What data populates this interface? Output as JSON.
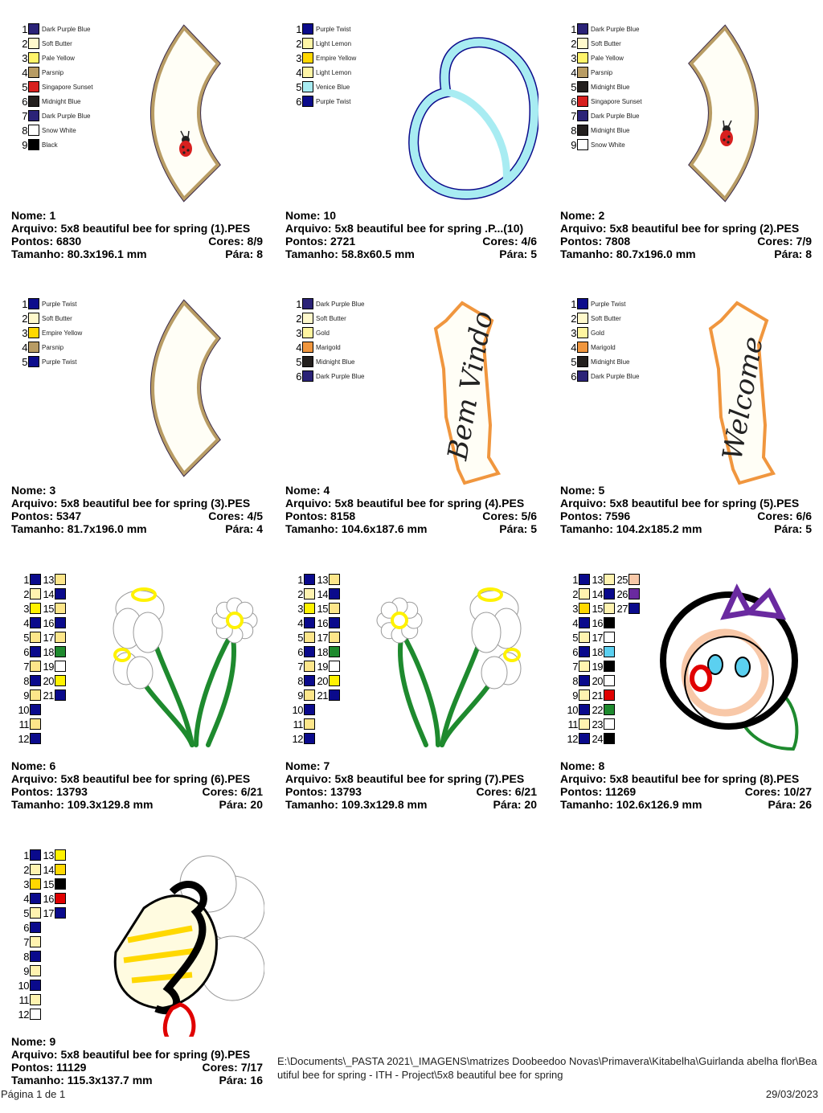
{
  "labels": {
    "nome": "Nome:",
    "arquivo": "Arquivo:",
    "pontos": "Pontos:",
    "cores": "Cores:",
    "tamanho": "Tamanho:",
    "para": "Pára:"
  },
  "designs": [
    {
      "nome": "1",
      "arquivo": "5x8 beautiful bee for spring (1).PES",
      "pontos": "6830",
      "cores": "8/9",
      "tamanho": "80.3x196.1 mm",
      "para": "8",
      "art": "arc-ladybug",
      "colors": [
        [
          "1",
          "Dark Purple Blue",
          "#2b2378"
        ],
        [
          "2",
          "Soft Butter",
          "#fff9cc"
        ],
        [
          "3",
          "Pale Yellow",
          "#fff46a"
        ],
        [
          "4",
          "Parsnip",
          "#b89c64"
        ],
        [
          "5",
          "Singapore Sunset",
          "#d8201f"
        ],
        [
          "6",
          "Midnight Blue",
          "#231f1e"
        ],
        [
          "7",
          "Dark Purple Blue",
          "#2b2378"
        ],
        [
          "8",
          "Snow White",
          "#ffffff"
        ],
        [
          "9",
          "Black",
          "#000000"
        ]
      ]
    },
    {
      "nome": "10",
      "arquivo": "5x8 beautiful bee for spring .P...(10)",
      "pontos": "2721",
      "cores": "4/6",
      "tamanho": "58.8x60.5 mm",
      "para": "5",
      "art": "wing",
      "colors": [
        [
          "1",
          "Purple Twist",
          "#0c0c8c"
        ],
        [
          "2",
          "Light Lemon",
          "#fff5a6"
        ],
        [
          "3",
          "Empire Yellow",
          "#ffd800"
        ],
        [
          "4",
          "Light Lemon",
          "#fff5a6"
        ],
        [
          "5",
          "Venice Blue",
          "#a8ecf2"
        ],
        [
          "6",
          "Purple Twist",
          "#0c0c8c"
        ]
      ]
    },
    {
      "nome": "2",
      "arquivo": "5x8 beautiful bee for spring (2).PES",
      "pontos": "7808",
      "cores": "7/9",
      "tamanho": "80.7x196.0 mm",
      "para": "8",
      "art": "arc-ladybug-mirror",
      "colors": [
        [
          "1",
          "Dark Purple Blue",
          "#2b2378"
        ],
        [
          "2",
          "Soft Butter",
          "#fff9cc"
        ],
        [
          "3",
          "Pale Yellow",
          "#fff46a"
        ],
        [
          "4",
          "Parsnip",
          "#b89c64"
        ],
        [
          "5",
          "Midnight Blue",
          "#231f1e"
        ],
        [
          "6",
          "Singapore Sunset",
          "#d8201f"
        ],
        [
          "7",
          "Dark Purple Blue",
          "#2b2378"
        ],
        [
          "8",
          "Midnight Blue",
          "#231f1e"
        ],
        [
          "9",
          "Snow White",
          "#ffffff"
        ]
      ]
    },
    {
      "nome": "3",
      "arquivo": "5x8 beautiful bee for spring (3).PES",
      "pontos": "5347",
      "cores": "4/5",
      "tamanho": "81.7x196.0 mm",
      "para": "4",
      "art": "arc",
      "colors": [
        [
          "1",
          "Purple Twist",
          "#0c0c8c"
        ],
        [
          "2",
          "Soft Butter",
          "#fff9cc"
        ],
        [
          "3",
          "Empire Yellow",
          "#ffd800"
        ],
        [
          "4",
          "Parsnip",
          "#b89c64"
        ],
        [
          "5",
          "Purple Twist",
          "#0c0c8c"
        ]
      ]
    },
    {
      "nome": "4",
      "arquivo": "5x8 beautiful bee for spring (4).PES",
      "pontos": "8158",
      "cores": "5/6",
      "tamanho": "104.6x187.6 mm",
      "para": "5",
      "art": "banner",
      "art_text": "Bem Vindo",
      "colors": [
        [
          "1",
          "Dark Purple Blue",
          "#2b2378"
        ],
        [
          "2",
          "Soft Butter",
          "#fff9cc"
        ],
        [
          "3",
          "Gold",
          "#fff5a0"
        ],
        [
          "4",
          "Marigold",
          "#f0963e"
        ],
        [
          "5",
          "Midnight Blue",
          "#231f1e"
        ],
        [
          "6",
          "Dark Purple Blue",
          "#2b2378"
        ]
      ]
    },
    {
      "nome": "5",
      "arquivo": "5x8 beautiful bee for spring (5).PES",
      "pontos": "7596",
      "cores": "6/6",
      "tamanho": "104.2x185.2 mm",
      "para": "5",
      "art": "banner",
      "art_text": "Welcome",
      "colors": [
        [
          "1",
          "Purple Twist",
          "#0c0c8c"
        ],
        [
          "2",
          "Soft Butter",
          "#fff9cc"
        ],
        [
          "3",
          "Gold",
          "#fff5a0"
        ],
        [
          "4",
          "Marigold",
          "#f0963e"
        ],
        [
          "5",
          "Midnight Blue",
          "#231f1e"
        ],
        [
          "6",
          "Dark Purple Blue",
          "#2b2378"
        ]
      ]
    },
    {
      "nome": "6",
      "arquivo": "5x8 beautiful bee for spring (6).PES",
      "pontos": "13793",
      "cores": "6/21",
      "tamanho": "109.3x129.8 mm",
      "para": "20",
      "art": "flowers",
      "colors": [
        [
          "1",
          "",
          "#0a0a8c"
        ],
        [
          "2",
          "",
          "#fff3b0"
        ],
        [
          "3",
          "",
          "#fff200"
        ],
        [
          "4",
          "",
          "#0a0a8c"
        ],
        [
          "5",
          "",
          "#fde68a"
        ],
        [
          "6",
          "",
          "#0a0a8c"
        ],
        [
          "7",
          "",
          "#fde68a"
        ],
        [
          "8",
          "",
          "#0a0a8c"
        ],
        [
          "9",
          "",
          "#fde68a"
        ],
        [
          "10",
          "",
          "#0a0a8c"
        ],
        [
          "11",
          "",
          "#fde68a"
        ],
        [
          "12",
          "",
          "#0a0a8c"
        ],
        [
          "13",
          "",
          "#fde68a"
        ],
        [
          "14",
          "",
          "#0a0a8c"
        ],
        [
          "15",
          "",
          "#fde68a"
        ],
        [
          "16",
          "",
          "#0a0a8c"
        ],
        [
          "17",
          "",
          "#fde68a"
        ],
        [
          "18",
          "",
          "#1e8a2e"
        ],
        [
          "19",
          "",
          "#ffffff"
        ],
        [
          "20",
          "",
          "#fff200"
        ],
        [
          "21",
          "",
          "#0a0a8c"
        ]
      ]
    },
    {
      "nome": "7",
      "arquivo": "5x8 beautiful bee for spring (7).PES",
      "pontos": "13793",
      "cores": "6/21",
      "tamanho": "109.3x129.8 mm",
      "para": "20",
      "art": "flowers-mirror",
      "colors": [
        [
          "1",
          "",
          "#0a0a8c"
        ],
        [
          "2",
          "",
          "#fff3b0"
        ],
        [
          "3",
          "",
          "#fff200"
        ],
        [
          "4",
          "",
          "#0a0a8c"
        ],
        [
          "5",
          "",
          "#fde68a"
        ],
        [
          "6",
          "",
          "#0a0a8c"
        ],
        [
          "7",
          "",
          "#fde68a"
        ],
        [
          "8",
          "",
          "#0a0a8c"
        ],
        [
          "9",
          "",
          "#fde68a"
        ],
        [
          "10",
          "",
          "#0a0a8c"
        ],
        [
          "11",
          "",
          "#fde68a"
        ],
        [
          "12",
          "",
          "#0a0a8c"
        ],
        [
          "13",
          "",
          "#fde68a"
        ],
        [
          "14",
          "",
          "#0a0a8c"
        ],
        [
          "15",
          "",
          "#fde68a"
        ],
        [
          "16",
          "",
          "#0a0a8c"
        ],
        [
          "17",
          "",
          "#fde68a"
        ],
        [
          "18",
          "",
          "#1e8a2e"
        ],
        [
          "19",
          "",
          "#ffffff"
        ],
        [
          "20",
          "",
          "#fff200"
        ],
        [
          "21",
          "",
          "#0a0a8c"
        ]
      ]
    },
    {
      "nome": "8",
      "arquivo": "5x8 beautiful bee for spring (8).PES",
      "pontos": "11269",
      "cores": "10/27",
      "tamanho": "102.6x126.9 mm",
      "para": "26",
      "art": "face",
      "colors": [
        [
          "1",
          "",
          "#0a0a8c"
        ],
        [
          "2",
          "",
          "#fff3b0"
        ],
        [
          "3",
          "",
          "#ffd800"
        ],
        [
          "4",
          "",
          "#0a0a8c"
        ],
        [
          "5",
          "",
          "#fff3b0"
        ],
        [
          "6",
          "",
          "#0a0a8c"
        ],
        [
          "7",
          "",
          "#fff3b0"
        ],
        [
          "8",
          "",
          "#0a0a8c"
        ],
        [
          "9",
          "",
          "#fff3b0"
        ],
        [
          "10",
          "",
          "#0a0a8c"
        ],
        [
          "11",
          "",
          "#fff3b0"
        ],
        [
          "12",
          "",
          "#0a0a8c"
        ],
        [
          "13",
          "",
          "#fff3b0"
        ],
        [
          "14",
          "",
          "#0a0a8c"
        ],
        [
          "15",
          "",
          "#fff3b0"
        ],
        [
          "16",
          "",
          "#000000"
        ],
        [
          "17",
          "",
          "#ffffff"
        ],
        [
          "18",
          "",
          "#5bd0f0"
        ],
        [
          "19",
          "",
          "#000000"
        ],
        [
          "20",
          "",
          "#ffffff"
        ],
        [
          "21",
          "",
          "#e00000"
        ],
        [
          "22",
          "",
          "#1e8a2e"
        ],
        [
          "23",
          "",
          "#ffffff"
        ],
        [
          "24",
          "",
          "#000000"
        ],
        [
          "25",
          "",
          "#f8c8a8"
        ],
        [
          "26",
          "",
          "#6a2aa0"
        ],
        [
          "27",
          "",
          "#0a0a8c"
        ]
      ]
    },
    {
      "nome": "9",
      "arquivo": "5x8 beautiful bee for spring (9).PES",
      "pontos": "11129",
      "cores": "7/17",
      "tamanho": "115.3x137.7 mm",
      "para": "16",
      "art": "bee",
      "colors": [
        [
          "1",
          "",
          "#0a0a8c"
        ],
        [
          "2",
          "",
          "#fff3b0"
        ],
        [
          "3",
          "",
          "#ffd800"
        ],
        [
          "4",
          "",
          "#0a0a8c"
        ],
        [
          "5",
          "",
          "#fff3b0"
        ],
        [
          "6",
          "",
          "#0a0a8c"
        ],
        [
          "7",
          "",
          "#fff3b0"
        ],
        [
          "8",
          "",
          "#0a0a8c"
        ],
        [
          "9",
          "",
          "#fff3b0"
        ],
        [
          "10",
          "",
          "#0a0a8c"
        ],
        [
          "11",
          "",
          "#fff3b0"
        ],
        [
          "12",
          "",
          "#ffffff"
        ],
        [
          "13",
          "",
          "#fff200"
        ],
        [
          "14",
          "",
          "#ffd800"
        ],
        [
          "15",
          "",
          "#000000"
        ],
        [
          "16",
          "",
          "#e00000"
        ],
        [
          "17",
          "",
          "#0a0a8c"
        ]
      ]
    }
  ],
  "footer": {
    "page": "Página 1 de 1",
    "path": "E:\\Documents\\_PASTA 2021\\_IMAGENS\\matrizes Doobeedoo Novas\\Primavera\\Kitabelha\\Guirlanda abelha flor\\Beautiful bee for spring - ITH - Project\\5x8 beautiful bee for spring",
    "date": "29/03/2023"
  }
}
